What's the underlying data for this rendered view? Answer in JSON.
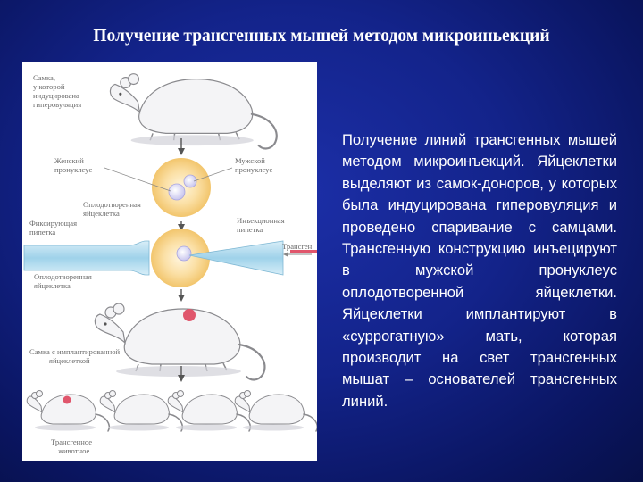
{
  "title": "Получение  трансгенных мышей методом микроиньекций",
  "body_text": "Получение линий трансгенных мышей методом микроинъекций. Яйцеклетки выделяют из самок-доноров, у которых была индуцирована гиперовуляция и проведено спаривание с самцами. Трансгенную конструкцию инъецируют в мужской пронуклеус оплодотворенной яйцеклетки. Яйцеклетки имплантируют в «суррогатную» мать, которая производит на свет трансгенных мышат – основателей трансгенных линий.",
  "figure": {
    "label_female_line1": "Самка,",
    "label_female_line2": "у которой",
    "label_female_line3": "индуцирована",
    "label_female_line4": "гиперовуляция",
    "label_female_pronucleus_line1": "Женский",
    "label_female_pronucleus_line2": "пронуклеус",
    "label_male_pronucleus_line1": "Мужской",
    "label_male_pronucleus_line2": "пронуклеус",
    "label_fertilized_egg_1_line1": "Оплодотворенная",
    "label_fertilized_egg_1_line2": "яйцеклетка",
    "label_holding_pipette_line1": "Фиксирующая",
    "label_holding_pipette_line2": "пипетка",
    "label_injection_pipette_line1": "Инъекционная",
    "label_injection_pipette_line2": "пипетка",
    "label_transgene": "Трансген",
    "label_fertilized_egg_2_line1": "Оплодотворенная",
    "label_fertilized_egg_2_line2": "яйцеклетка",
    "label_implanted_female_line1": "Самка с имплантированной",
    "label_implanted_female_line2": "яйцеклеткой",
    "label_transgenic_animal_line1": "Трансгенное",
    "label_transgenic_animal_line2": "животное"
  },
  "colors": {
    "background": "#13238a",
    "text": "#ffffff",
    "egg": "#f6cf7a",
    "transgene_marker": "#e0566c"
  }
}
